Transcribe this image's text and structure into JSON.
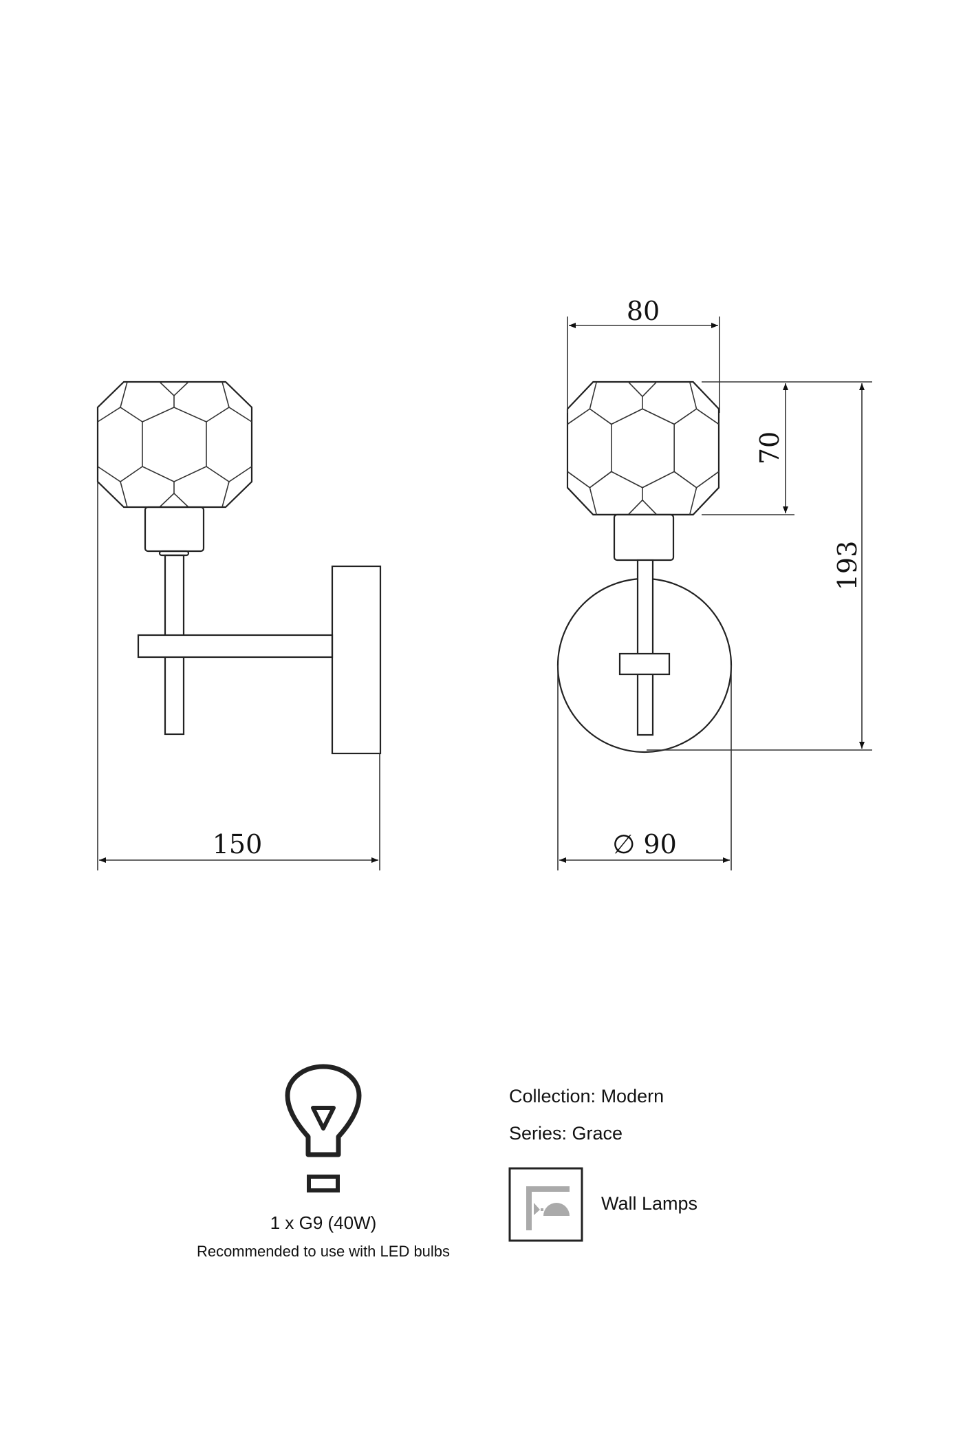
{
  "dimensions": {
    "width_side": "150",
    "width_shade": "80",
    "height_shade": "70",
    "height_total": "193",
    "diameter_plate": "∅ 90"
  },
  "bulb": {
    "icon": "light-bulb-icon",
    "spec": "1 x G9 (40W)",
    "note": "Recommended to use with LED bulbs"
  },
  "info": {
    "collection": "Collection: Modern",
    "series": "Series: Grace",
    "category_icon": "wall-lamp-icon",
    "category": "Wall Lamps"
  },
  "colors": {
    "line": "#222222",
    "icon_gray": "#aaaaaa"
  }
}
